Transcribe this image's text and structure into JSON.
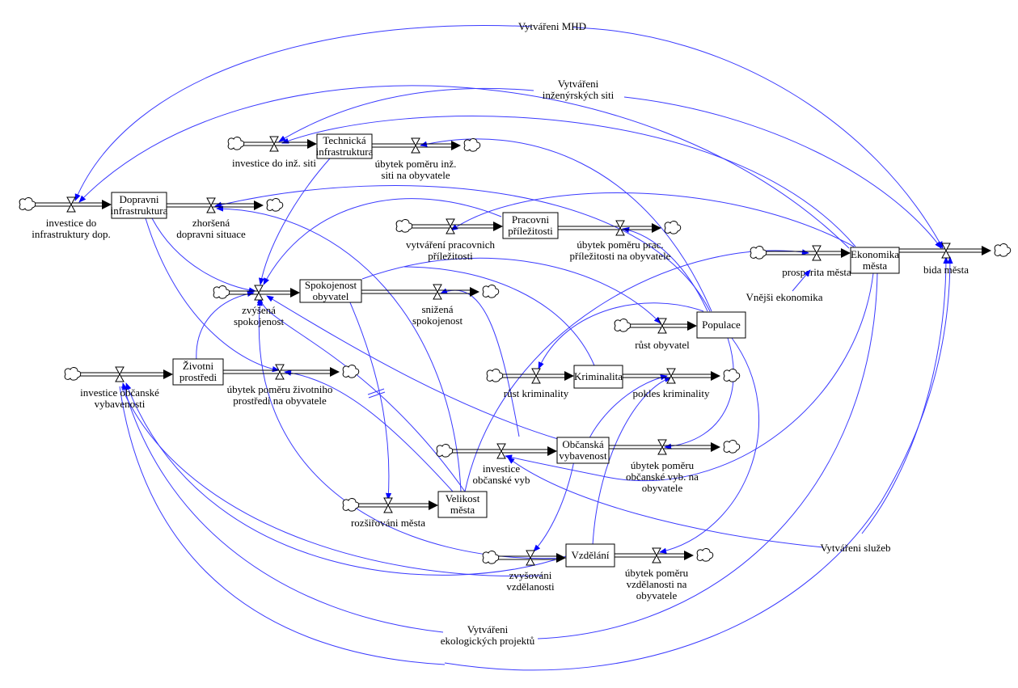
{
  "title": "City development stock and flow model",
  "colors": {
    "link": "#3a3aff",
    "arrowhead": "#0000ff",
    "stock_border": "#000000",
    "background": "#ffffff"
  },
  "stocks": [
    {
      "id": "technicka",
      "label": [
        "Technická",
        "infrastruktura"
      ]
    },
    {
      "id": "dopravni",
      "label": [
        "Dopravni",
        "infrastruktura"
      ]
    },
    {
      "id": "pracovni",
      "label": [
        "Pracovni",
        "příležitosti"
      ]
    },
    {
      "id": "ekonomika",
      "label": [
        "Ekonomika",
        "města"
      ]
    },
    {
      "id": "spokojenost",
      "label": [
        "Spokojenost",
        "obyvatel"
      ]
    },
    {
      "id": "populace",
      "label": [
        "Populace"
      ]
    },
    {
      "id": "zivotni",
      "label": [
        "Životni",
        "prostředi"
      ]
    },
    {
      "id": "kriminalita",
      "label": [
        "Kriminalita"
      ]
    },
    {
      "id": "obcanska",
      "label": [
        "Občanská",
        "vybavenost"
      ]
    },
    {
      "id": "velikost",
      "label": [
        "Velikost",
        "města"
      ]
    },
    {
      "id": "vzdelani",
      "label": [
        "Vzdělání"
      ]
    }
  ],
  "flows": [
    {
      "id": "inv_inz",
      "label": [
        "investice do inž. siti"
      ]
    },
    {
      "id": "ubytek_inz",
      "label": [
        "úbytek poměru inž.",
        "siti na obyvatele"
      ]
    },
    {
      "id": "inv_dop",
      "label": [
        "investice do",
        "infrastruktury dop."
      ]
    },
    {
      "id": "zhorsena",
      "label": [
        "zhoršená",
        "dopravni situace"
      ]
    },
    {
      "id": "vytvareni_prac",
      "label": [
        "vytváření pracovnich",
        "příležitosti"
      ]
    },
    {
      "id": "ubytek_prac",
      "label": [
        "úbytek poměru prac.",
        "příležitosti na obyvatele"
      ]
    },
    {
      "id": "prosperita",
      "label": [
        "prosperita města"
      ]
    },
    {
      "id": "bida",
      "label": [
        "bida města"
      ]
    },
    {
      "id": "zvysena",
      "label": [
        "zvýšená",
        "spokojenost"
      ]
    },
    {
      "id": "snizena",
      "label": [
        "snižená",
        "spokojenost"
      ]
    },
    {
      "id": "rust_obyv",
      "label": [
        "růst obyvatel"
      ]
    },
    {
      "id": "inv_obc",
      "label": [
        "investice občanské",
        "vybavenosti"
      ]
    },
    {
      "id": "ubytek_ziv",
      "label": [
        "úbytek poměru životniho",
        "prostředi na obyvatele"
      ]
    },
    {
      "id": "rust_krim",
      "label": [
        "růst kriminality"
      ]
    },
    {
      "id": "pokles_krim",
      "label": [
        "pokles kriminality"
      ]
    },
    {
      "id": "inv_obc_vyb",
      "label": [
        "investice",
        "občanské vyb"
      ]
    },
    {
      "id": "ubytek_obc",
      "label": [
        "úbytek poměru",
        "občanské vyb. na",
        "obyvatele"
      ]
    },
    {
      "id": "rozsirovani",
      "label": [
        "rozšiřováni města"
      ]
    },
    {
      "id": "zvysovani",
      "label": [
        "zvyšováni",
        "vzdělanosti"
      ]
    },
    {
      "id": "ubytek_vzd",
      "label": [
        "úbytek poměru",
        "vzdělanosti na",
        "obyvatele"
      ]
    }
  ],
  "auxiliaries": [
    {
      "id": "mhd",
      "label": [
        "Vytvářeni MHD"
      ]
    },
    {
      "id": "inzenyrske",
      "label": [
        "Vytvářeni",
        "inženýrských siti"
      ]
    },
    {
      "id": "vnejsi",
      "label": [
        "Vnějši ekonomika"
      ]
    },
    {
      "id": "sluzby",
      "label": [
        "Vytvářeni služeb"
      ]
    },
    {
      "id": "ekologicke",
      "label": [
        "Vytvářeni",
        "ekologických projektů"
      ]
    }
  ]
}
